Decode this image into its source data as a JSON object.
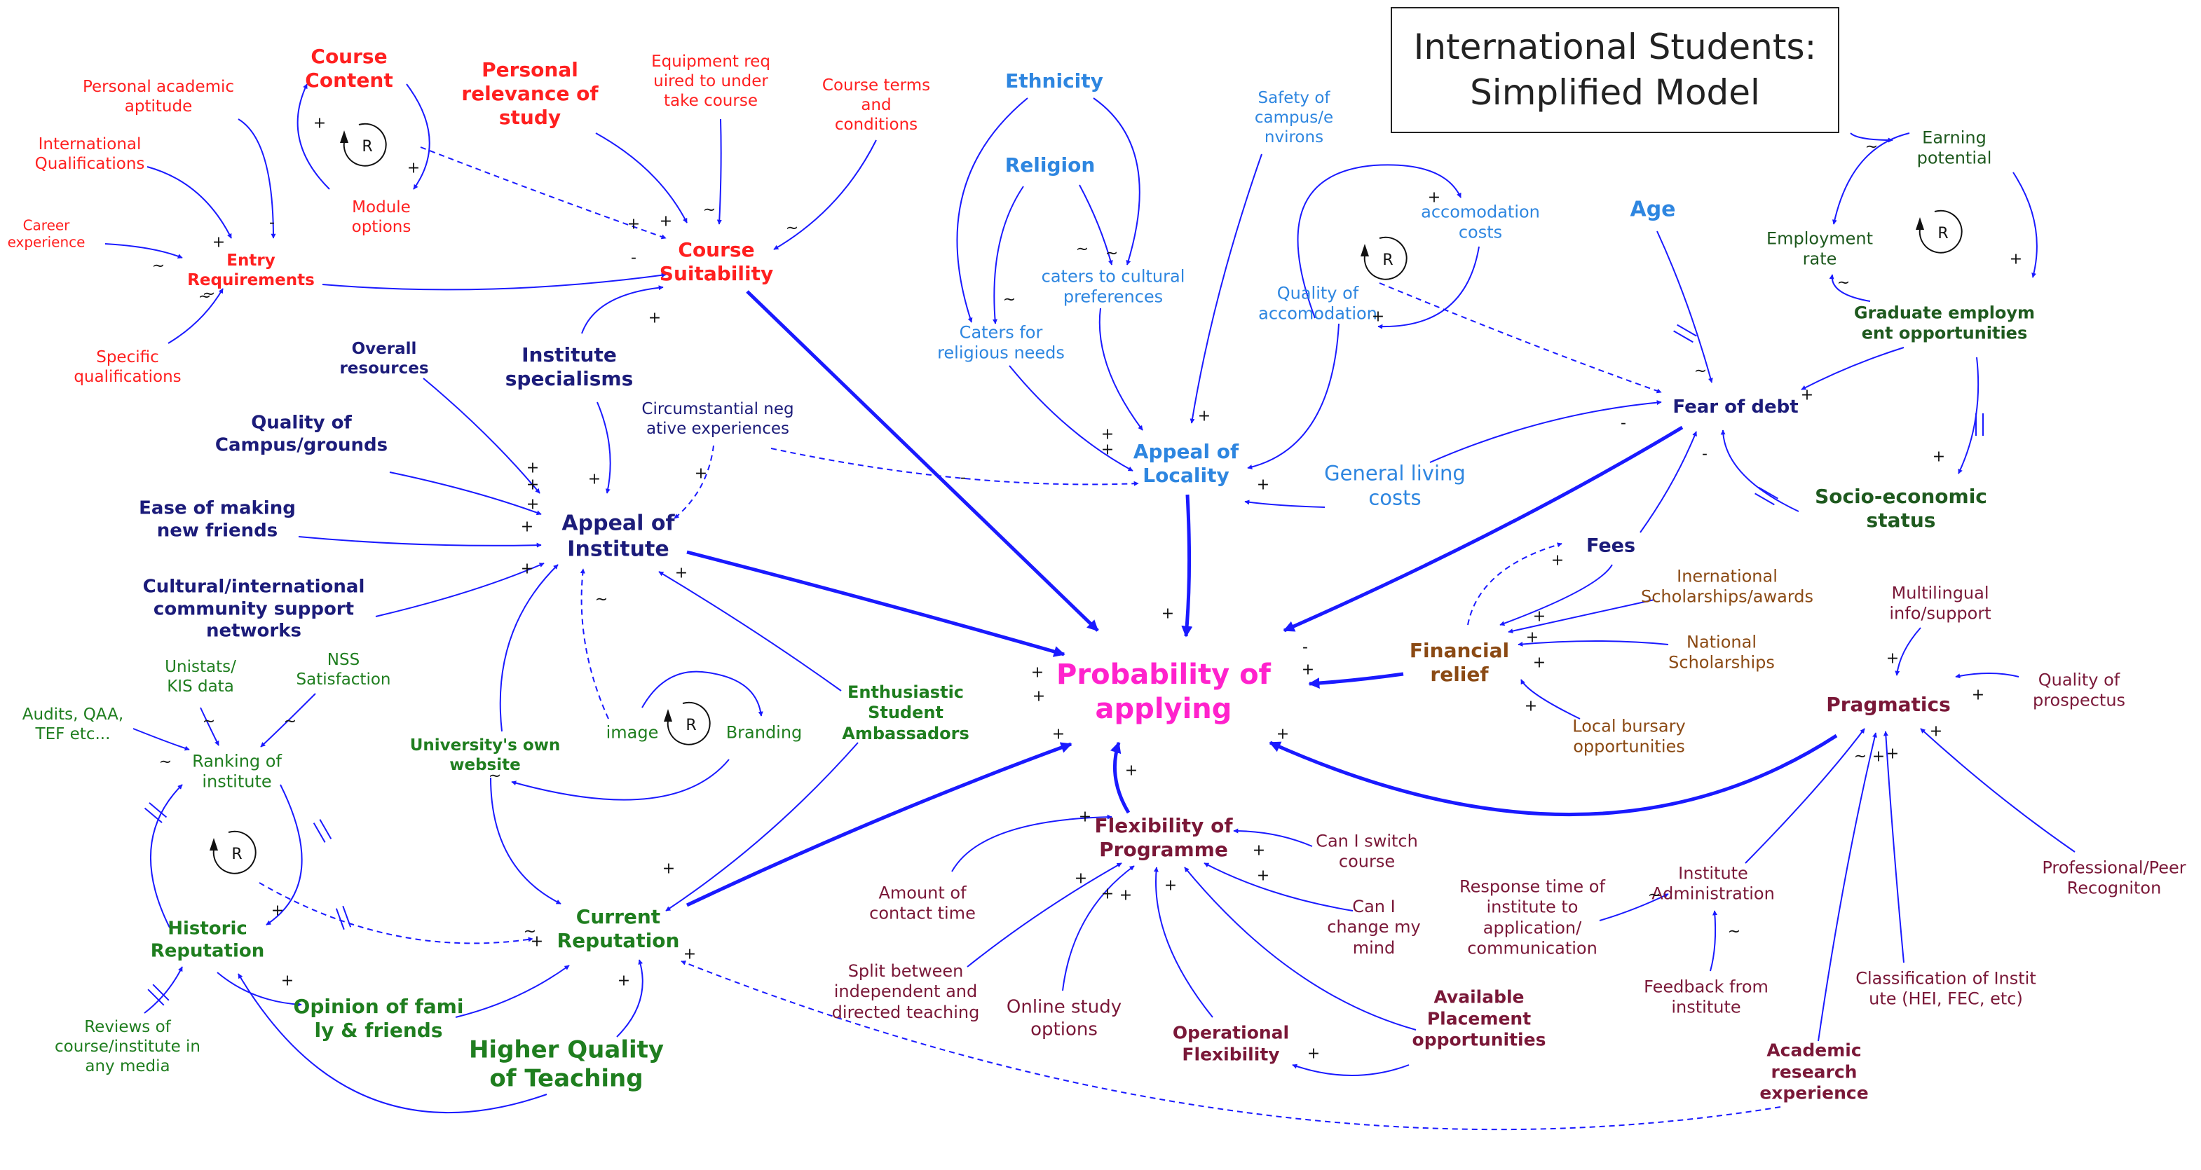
{
  "title": {
    "line1": "International Students:",
    "line2": "Simplified Model"
  },
  "nodes": {
    "course_content": "Course\nContent",
    "personal_relevance": "Personal\nrelevance of\nstudy",
    "equipment": "Equipment req\nuired to under\ntake course",
    "course_terms": "Course terms\nand\nconditions",
    "personal_academic": "Personal academic\naptitude",
    "intl_qualifications": "International\nQualifications",
    "career_experience": "Career\nexperience",
    "entry_requirements": "Entry\nRequirements",
    "module_options": "Module\noptions",
    "specific_qualifications": "Specific\nqualifications",
    "course_suitability": "Course\nSuitability",
    "overall_resources": "Overall\nresources",
    "institute_specialisms": "Institute\nspecialisms",
    "quality_campus": "Quality of\nCampus/grounds",
    "ease_friends": "Ease of making\nnew friends",
    "cultural_support": "Cultural/international\ncommunity support\nnetworks",
    "appeal_institute": "Appeal of\nInstitute",
    "circumstantial": "Circumstantial neg\native experiences",
    "ethnicity": "Ethnicity",
    "religion": "Religion",
    "caters_cultural": "caters to cultural\npreferences",
    "caters_religious": "Caters for\nreligious needs",
    "safety": "Safety of\ncampus/e\nnvirons",
    "appeal_locality": "Appeal of\nLocality",
    "accom_costs": "accomodation\ncosts",
    "quality_accom": "Quality of\naccomodation",
    "general_living": "General living\ncosts",
    "age": "Age",
    "fear_debt": "Fear of debt",
    "earning_potential": "Earning\npotential",
    "employment_rate": "Employment\nrate",
    "graduate_employment": "Graduate employm\nent opportunities",
    "socio_economic": "Socio-economic\nstatus",
    "fees": "Fees",
    "intl_scholarships": "Inernational\nScholarships/awards",
    "national_scholarships": "National\nScholarships",
    "local_bursary": "Local bursary\nopportunities",
    "financial_relief": "Financial\nrelief",
    "probability": "Probability of\napplying",
    "unistats": "Unistats/\nKIS data",
    "nss": "NSS\nSatisfaction",
    "audits": "Audits, QAA,\nTEF etc...",
    "ranking": "Ranking of\ninstitute",
    "image": "image",
    "branding": "Branding",
    "own_website": "University's own\nwebsite",
    "ambassadors": "Enthusiastic\nStudent\nAmbassadors",
    "historic_reputation": "Historic\nReputation",
    "current_reputation": "Current\nReputation",
    "opinion_family": "Opinion of fami\nly & friends",
    "higher_quality": "Higher Quality\nof Teaching",
    "reviews": "Reviews of\ncourse/institute in\nany media",
    "flexibility": "Flexibility of\nProgramme",
    "switch_course": "Can I switch\ncourse",
    "change_mind": "Can I\nchange my\nmind",
    "contact_time": "Amount of\ncontact time",
    "split_teaching": "Split between\nindependent and\ndirected teaching",
    "online_study": "Online study\noptions",
    "operational_flex": "Operational\nFlexibility",
    "placement": "Available\nPlacement\nopportunities",
    "multilingual": "Multilingual\ninfo/support",
    "prospectus": "Quality of\nprospectus",
    "pragmatics": "Pragmatics",
    "response_time": "Response time of\ninstitute to\napplication/\ncommunication",
    "institute_admin": "Institute\nAdministration",
    "feedback_institute": "Feedback from\ninstitute",
    "professional_recog": "Professional/Peer\nRecogniton",
    "classification": "Classification of Instit\nute (HEI, FEC, etc)",
    "academic_research": "Academic\nresearch\nexperience"
  },
  "loop_label": "R",
  "colors": {
    "red": "#ff2020",
    "navy": "#1c1c7a",
    "blue": "#2e86e0",
    "green": "#1f7e1f",
    "dark_green": "#1f5a1f",
    "brown": "#8b4a14",
    "maroon": "#7a1838",
    "magenta": "#ff22cc",
    "arrow": "#1a1aff"
  }
}
